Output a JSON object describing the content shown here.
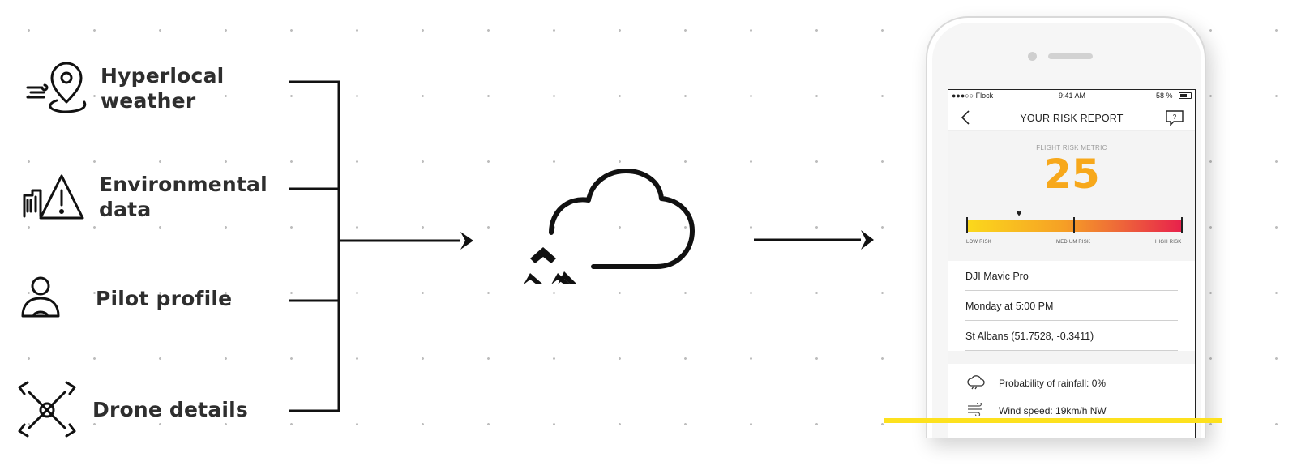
{
  "inputs": [
    {
      "label": "Hyperlocal\nweather",
      "icon": "wind-location-pin-icon"
    },
    {
      "label": "Environmental\ndata",
      "icon": "building-warning-icon"
    },
    {
      "label": "Pilot profile",
      "icon": "pilot-person-icon"
    },
    {
      "label": "Drone details",
      "icon": "drone-icon"
    }
  ],
  "processor": {
    "icon": "cloud-icon",
    "logo": "flock-logo-icon"
  },
  "phone": {
    "status": {
      "carrier": "●●●○○ Flock",
      "time": "9:41 AM",
      "battery": "58 %"
    },
    "nav_title": "YOUR RISK REPORT",
    "risk": {
      "caption": "FLIGHT RISK METRIC",
      "value": "25",
      "scale_fraction": 0.25,
      "low_label": "LOW RISK",
      "medium_label": "MEDIUM RISK",
      "high_label": "HIGH RISK"
    },
    "details": [
      "DJI Mavic Pro",
      "Monday at 5:00 PM",
      "St Albans (51.7528, -0.3411)"
    ],
    "conditions": [
      {
        "icon": "rain-cloud-icon",
        "text": "Probability of rainfall: 0%"
      },
      {
        "icon": "wind-icon",
        "text": "Wind speed: 19km/h NW"
      }
    ]
  },
  "colors": {
    "risk_value": "#f7a81b",
    "accent_line": "#fde11e",
    "risk_low": "#fbd91c",
    "risk_high": "#e8214c"
  }
}
